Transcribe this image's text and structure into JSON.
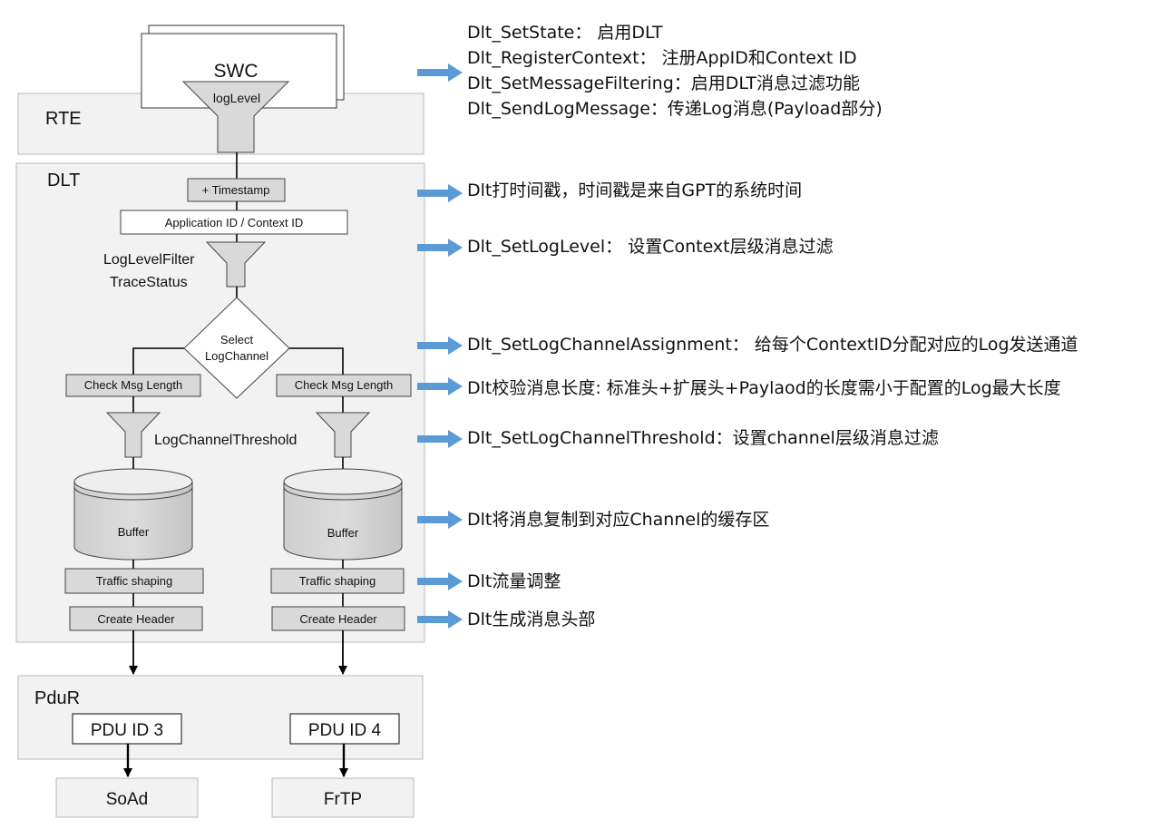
{
  "layers": {
    "rte": "RTE",
    "dlt": "DLT",
    "pdur": "PduR"
  },
  "swc": {
    "title": "SWC",
    "filter": "logLevel"
  },
  "dlt_steps": {
    "timestamp": "+ Timestamp",
    "app_context_id": "Application ID / Context ID",
    "loglevel_filter": "LogLevelFilter",
    "trace_status": "TraceStatus",
    "select_line1": "Select",
    "select_line2": "LogChannel",
    "check_msg_length": "Check Msg Length",
    "logchannel_threshold": "LogChannelThreshold",
    "buffer": "Buffer",
    "traffic_shaping": "Traffic shaping",
    "create_header": "Create Header"
  },
  "pdu": {
    "left": "PDU ID 3",
    "right": "PDU ID 4"
  },
  "destinations": {
    "left": "SoAd",
    "right": "FrTP"
  },
  "annotations": {
    "rte_calls": [
      "Dlt_SetState： 启用DLT",
      "Dlt_RegisterContext： 注册AppID和Context ID",
      "Dlt_SetMessageFiltering：启用DLT消息过滤功能",
      "Dlt_SendLogMessage：传递Log消息(Payload部分)"
    ],
    "timestamp": "Dlt打时间戳，时间戳是来自GPT的系统时间",
    "set_log_level": "Dlt_SetLogLevel： 设置Context层级消息过滤",
    "channel_assignment": "Dlt_SetLogChannelAssignment： 给每个ContextID分配对应的Log发送通道",
    "length_check": "Dlt校验消息长度: 标准头+扩展头+Paylaod的长度需小于配置的Log最大长度",
    "channel_threshold": "Dlt_SetLogChannelThreshold：设置channel层级消息过滤",
    "buffer_copy": "Dlt将消息复制到对应Channel的缓存区",
    "traffic": "Dlt流量调整",
    "header": "Dlt生成消息头部"
  },
  "colors": {
    "layer_fill": "#f2f2f2",
    "layer_stroke": "#b8b8b8",
    "step_fill": "#d9d9d9",
    "arrow_blue": "#5b9bd5"
  }
}
